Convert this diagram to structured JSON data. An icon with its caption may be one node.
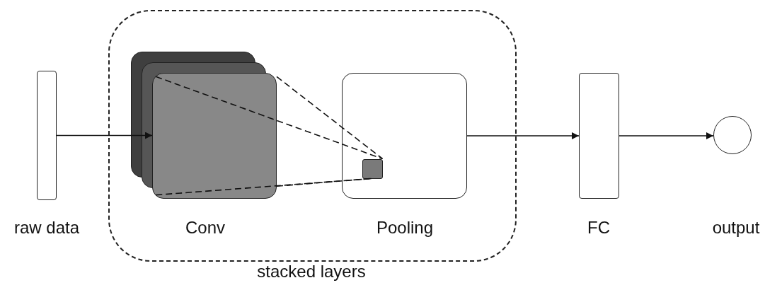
{
  "diagram": {
    "nodes": [
      {
        "text": [],
        "shape": "bar",
        "beside": [
          "raw data"
        ]
      },
      {
        "text": [],
        "shape": "box",
        "beside": [
          "stacked layers"
        ]
      },
      {
        "text": [],
        "shape": "stack",
        "in": 1,
        "beside": [
          "Conv"
        ]
      },
      {
        "text": [],
        "shape": "box",
        "in": 1,
        "beside": [
          "Pooling"
        ]
      },
      {
        "text": [],
        "shape": "box",
        "in": 3
      },
      {
        "text": [],
        "shape": "bar",
        "beside": [
          "FC"
        ]
      },
      {
        "text": [],
        "shape": "circle",
        "beside": [
          "output"
        ]
      }
    ],
    "edges": [
      {
        "from": 0,
        "to": 2,
        "arrow": "to"
      },
      {
        "from": 2,
        "to": 4,
        "arrow": "none",
        "style": "dashed"
      },
      {
        "from": 2,
        "to": 4,
        "arrow": "none",
        "style": "dashed"
      },
      {
        "from": 2,
        "to": 4,
        "arrow": "none",
        "style": "dashed"
      },
      {
        "from": 2,
        "to": 4,
        "arrow": "none",
        "style": "dashed"
      },
      {
        "from": 3,
        "to": 5,
        "arrow": "to"
      },
      {
        "from": 5,
        "to": 6,
        "arrow": "to"
      }
    ]
  }
}
